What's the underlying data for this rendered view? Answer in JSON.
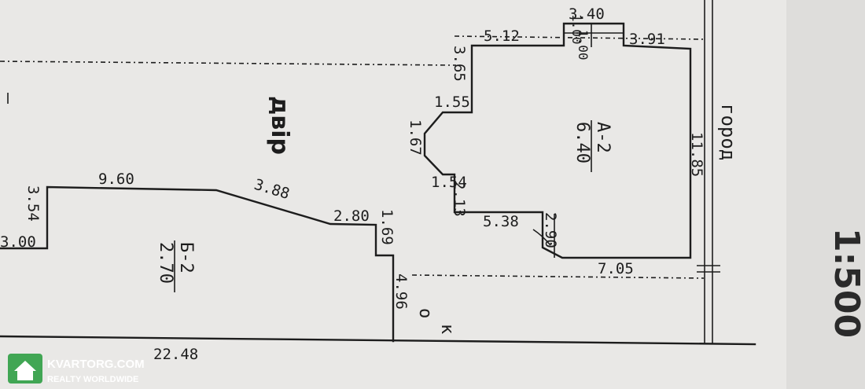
{
  "labels": {
    "courtyard": "двір",
    "garden": "город",
    "building_a_name": "А-2",
    "building_a_height": "6.40",
    "building_b_name": "Б-2",
    "building_b_height": "2.70",
    "side_o": "о",
    "side_k": "к"
  },
  "dimensions": {
    "d_3_40": "3.40",
    "d_1_00a": "1.00",
    "d_1_00b": "1.00",
    "d_5_12": "5.12",
    "d_3_91": "3.91",
    "d_3_65": "3.65",
    "d_1_55": "1.55",
    "d_1_67": "1.67",
    "d_1_54": "1.54",
    "d_2_13": "2.13",
    "d_5_38": "5.38",
    "d_2_90": "2.90",
    "d_7_05": "7.05",
    "d_11_85": "11.85",
    "d_9_60": "9.60",
    "d_3_54": "3.54",
    "d_3_00": "3.00",
    "d_3_88": "3.88",
    "d_2_80": "2.80",
    "d_1_69": "1.69",
    "d_4_96": "4.96",
    "d_22_48": "22.48"
  },
  "partial_scale": "1:500",
  "watermark": {
    "brand": "KVARTORG.COM",
    "tagline": "REALTY WORLDWIDE"
  },
  "colors": {
    "paper": "#e9e8e6",
    "ink": "#1d1d1d",
    "watermark_green": "#2f9e44"
  }
}
